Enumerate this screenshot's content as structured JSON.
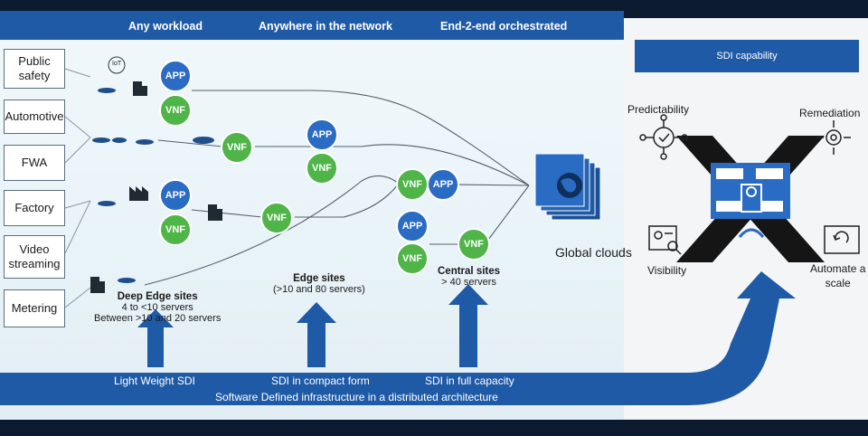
{
  "header": {
    "col1": "Any workload",
    "col2": "Anywhere in the network",
    "col3": "End-2-end orchestrated"
  },
  "use_cases": [
    "Public safety",
    "Automotive",
    "FWA",
    "Factory",
    "Video streaming",
    "Metering"
  ],
  "nodes": {
    "app": "APP",
    "vnf": "VNF"
  },
  "iot_label": "IoT",
  "sites": {
    "deep_edge_title": "Deep Edge sites",
    "deep_edge_line1": "4 to <10 servers",
    "deep_edge_line2": "Between >10 and 20 servers",
    "edge_title": "Edge sites",
    "edge_line1": "(>10 and 80 servers)",
    "central_title": "Central sites",
    "central_line1": "> 40 servers"
  },
  "global_clouds": "Global clouds",
  "bottom": {
    "lw": "Light Weight SDI",
    "compact": "SDI in compact form",
    "full": "SDI in full  capacity",
    "footer": "Software Defined infrastructure in a distributed architecture"
  },
  "sdi": {
    "title": "SDI capability",
    "predictability": "Predictability",
    "remediation": "Remediation",
    "visibility": "Visibility",
    "automate_line1": "Automate a",
    "automate_line2": "scale"
  },
  "colors": {
    "brand_blue": "#1f5aa6",
    "app_blue": "#2a6bc3",
    "vnf_green": "#4fb548",
    "cross_black": "#151515"
  }
}
